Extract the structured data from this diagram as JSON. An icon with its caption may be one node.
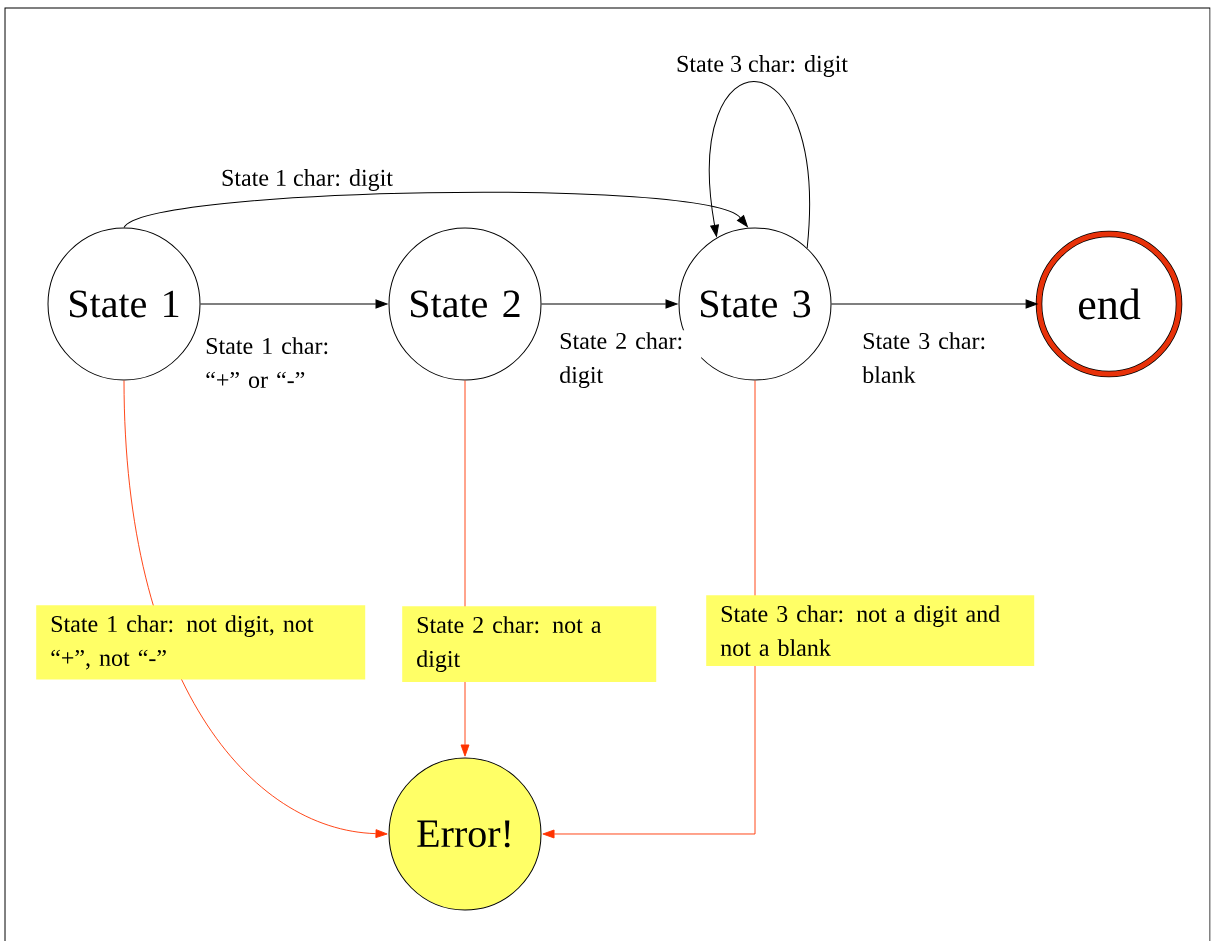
{
  "diagram": {
    "nodes": [
      {
        "text": [
          "State 1"
        ]
      },
      {
        "text": [
          "State 2"
        ]
      },
      {
        "text": [
          "State 3"
        ]
      },
      {
        "text": [
          "end"
        ]
      },
      {
        "text": [
          "Error!"
        ]
      }
    ],
    "edges": [
      {
        "from": 0,
        "to": 1,
        "arrow": "to",
        "label": "State 1 char: “+” or “-”"
      },
      {
        "from": 1,
        "to": 2,
        "arrow": "to",
        "label": "State 2 char: digit"
      },
      {
        "from": 2,
        "to": 3,
        "arrow": "to",
        "label": "State 3 char: blank"
      },
      {
        "from": 0,
        "to": 2,
        "arrow": "to",
        "label": "State 1 char: digit"
      },
      {
        "from": 2,
        "to": 2,
        "arrow": "to",
        "label": "State 3 char: digit"
      },
      {
        "from": 0,
        "to": 4,
        "arrow": "to",
        "label": "State 1 char: not digit, not “+”, not “-”",
        "color": "#ff3300"
      },
      {
        "from": 1,
        "to": 4,
        "arrow": "to",
        "label": "State 2 char: not a digit",
        "color": "#ff3300"
      },
      {
        "from": 2,
        "to": 4,
        "arrow": "to",
        "label": "State 3 char: not a digit and not a blank",
        "color": "#ff3300"
      }
    ]
  }
}
